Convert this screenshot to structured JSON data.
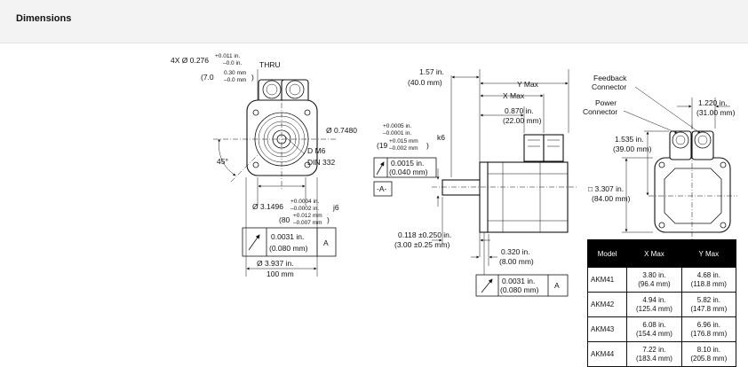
{
  "header": {
    "title": "Dimensions"
  },
  "front_view": {
    "holes": {
      "prefix": "4X Ø 0.276",
      "tol_plus": "+0.011 in.",
      "tol_minus": "–0.0 in.",
      "thru": "THRU",
      "metric_open": "(7.0",
      "metric_plus": "0.30 mm",
      "metric_minus": "–0.0 mm",
      "metric_close": ")"
    },
    "thread_line1": "D M6",
    "thread_line2": "DIN 332",
    "angle": "45°",
    "pilot": {
      "dia": "Ø 3.1496",
      "tol_plus": "+0.0004 in.",
      "tol_minus": "–0.0002 in.",
      "fit": "j6",
      "metric": "(80",
      "metric_plus": "+0.012 mm",
      "metric_minus": "–0.007 mm",
      "metric_close": ")"
    },
    "runout": {
      "value_in": "0.0031 in.",
      "value_mm": "(0.080 mm)",
      "datum": "A"
    },
    "bolt_circle_in": "Ø 3.937 in.",
    "bolt_circle_mm": "100 mm"
  },
  "side_view": {
    "offset_in": "1.57 in.",
    "offset_mm": "(40.0 mm)",
    "y_max": "Y Max",
    "x_max": "X Max",
    "conn_in": "0.870 in.",
    "conn_mm": "(22.00 mm)",
    "shaft": {
      "dia": "Ø 0.7480",
      "tol_plus": "+0.0005 in.",
      "tol_minus": "–0.0001 in.",
      "fit": "k6",
      "metric": "(19",
      "metric_plus": "+0.015 mm",
      "metric_minus": "–0.002 mm",
      "metric_close": ")"
    },
    "shaft_runout": {
      "value_in": "0.0015 in.",
      "value_mm": "(0.040 mm)"
    },
    "datum_label": "-A-",
    "shaft_len_in": "0.118 ±0.250 in.",
    "shaft_len_mm": "(3.00 ±0.25 mm)",
    "flange_in": "0.320 in.",
    "flange_mm": "(8.00 mm)",
    "perp": {
      "value_in": "0.0031 in.",
      "value_mm": "(0.080 mm)",
      "datum": "A"
    }
  },
  "rear_view": {
    "feedback_1": "Feedback",
    "feedback_2": "Connector",
    "power_1": "Power",
    "power_2": "Connector",
    "conn_offset_in": "1.220 in.",
    "conn_offset_mm": "(31.00 mm)",
    "conn_height_in": "1.535 in.",
    "conn_height_mm": "(39.00 mm)",
    "square_in": "□ 3.307 in.",
    "square_mm": "(84.00 mm)"
  },
  "model_table": {
    "headers": [
      "Model",
      "X Max",
      "Y Max"
    ],
    "rows": [
      {
        "model": "AKM41",
        "x_in": "3.80 in.",
        "x_mm": "(96.4 mm)",
        "y_in": "4.68 in.",
        "y_mm": "(118.8 mm)"
      },
      {
        "model": "AKM42",
        "x_in": "4.94 in.",
        "x_mm": "(125.4 mm)",
        "y_in": "5.82 in.",
        "y_mm": "(147.8 mm)"
      },
      {
        "model": "AKM43",
        "x_in": "6.08 in.",
        "x_mm": "(154.4 mm)",
        "y_in": "6.96 in.",
        "y_mm": "(176.8 mm)"
      },
      {
        "model": "AKM44",
        "x_in": "7.22 in.",
        "x_mm": "(183.4 mm)",
        "y_in": "8.10 in.",
        "y_mm": "(205.8 mm)"
      }
    ]
  }
}
